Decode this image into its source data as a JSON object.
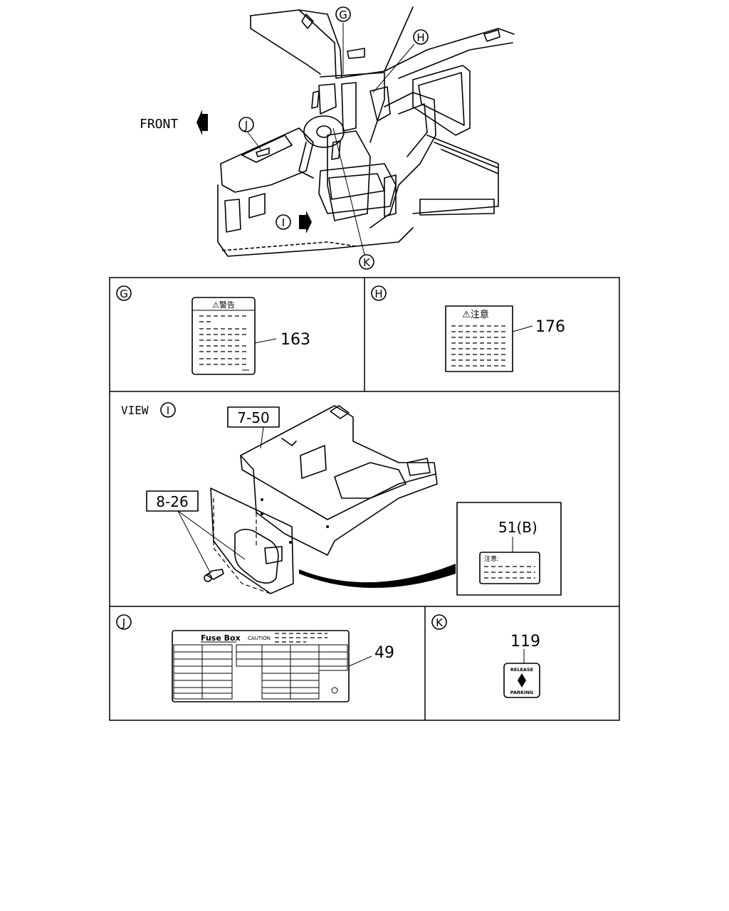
{
  "overview": {
    "front_label": "FRONT",
    "callouts": {
      "g": "G",
      "h": "H",
      "i": "I",
      "j": "J",
      "k": "K"
    }
  },
  "panel_g": {
    "letter": "G",
    "label_title": "⚠警告",
    "part_number": "163"
  },
  "panel_h": {
    "letter": "H",
    "label_title": "⚠注意",
    "part_number": "176"
  },
  "panel_i": {
    "view_text": "VIEW",
    "letter": "I",
    "ref_floor": "7-50",
    "ref_bolt": "8-26",
    "part_number": "51(B)",
    "label_title": "注意:"
  },
  "panel_j": {
    "letter": "J",
    "title": "Fuse Box",
    "caution": "CAUTION",
    "part_number": "49"
  },
  "panel_k": {
    "letter": "K",
    "part_number": "119",
    "top_text": "RELEASE",
    "bottom_text": "PARKING"
  }
}
